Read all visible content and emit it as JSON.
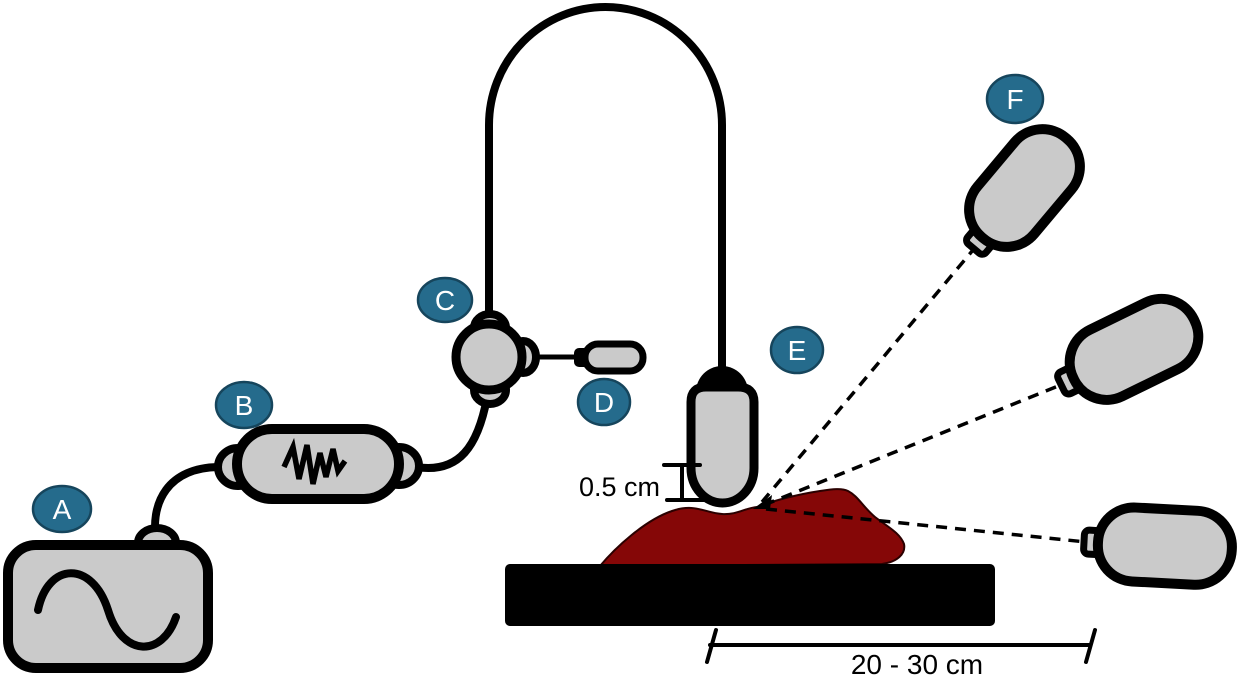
{
  "labels": {
    "a": "A",
    "b": "B",
    "c": "C",
    "d": "D",
    "e": "E",
    "f": "F"
  },
  "measurements": {
    "gap": "0.5 cm",
    "distance": "20 - 30 cm"
  },
  "icons": {
    "device_a_symbol": "sine-wave-icon",
    "device_b_symbol": "noise-scribble-icon"
  },
  "colors": {
    "background": "#FFFFFF",
    "device_fill": "#CACACA",
    "outline": "#000000",
    "label_fill": "#256B8C",
    "label_border": "#16455C",
    "label_text": "#FFFFFF",
    "sample_fill": "#850707",
    "platform_fill": "#000000"
  }
}
